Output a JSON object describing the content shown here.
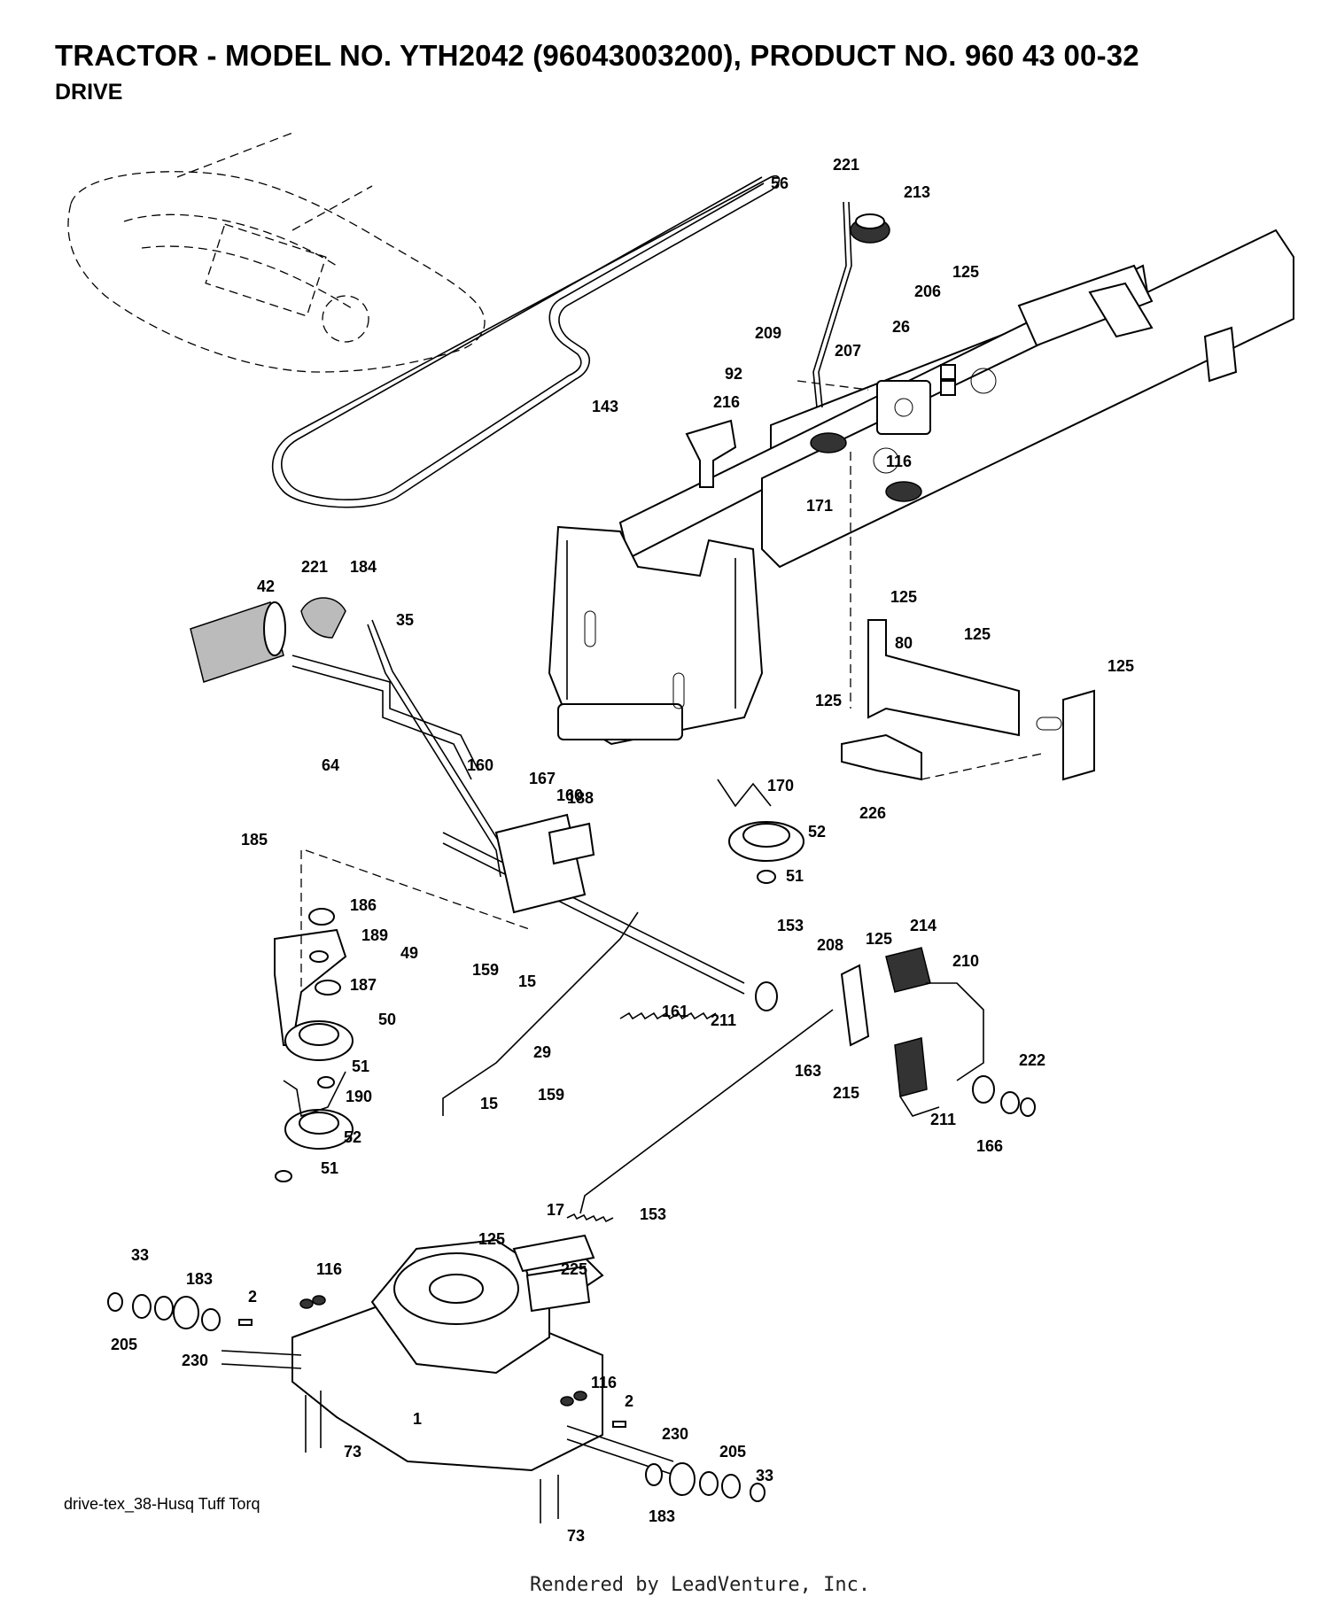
{
  "title": "TRACTOR - MODEL NO. YTH2042 (96043003200), PRODUCT NO. 960 43 00-32",
  "subtitle": "DRIVE",
  "caption": "drive-tex_38-Husq Tuff Torq",
  "footer": "Rendered by LeadVenture, Inc.",
  "callouts": [
    {
      "id": "c01",
      "label": "221"
    },
    {
      "id": "c02",
      "label": "56"
    },
    {
      "id": "c03",
      "label": "213"
    },
    {
      "id": "c04",
      "label": "125"
    },
    {
      "id": "c05",
      "label": "206"
    },
    {
      "id": "c06",
      "label": "26"
    },
    {
      "id": "c07",
      "label": "209"
    },
    {
      "id": "c08",
      "label": "207"
    },
    {
      "id": "c09",
      "label": "92"
    },
    {
      "id": "c10",
      "label": "143"
    },
    {
      "id": "c11",
      "label": "216"
    },
    {
      "id": "c12",
      "label": "116"
    },
    {
      "id": "c13",
      "label": "171"
    },
    {
      "id": "c14",
      "label": "221"
    },
    {
      "id": "c15",
      "label": "184"
    },
    {
      "id": "c16",
      "label": "42"
    },
    {
      "id": "c17",
      "label": "35"
    },
    {
      "id": "c18",
      "label": "125"
    },
    {
      "id": "c19",
      "label": "80"
    },
    {
      "id": "c20",
      "label": "125"
    },
    {
      "id": "c21",
      "label": "125"
    },
    {
      "id": "c22",
      "label": "125"
    },
    {
      "id": "c23",
      "label": "64"
    },
    {
      "id": "c24",
      "label": "160"
    },
    {
      "id": "c25",
      "label": "167"
    },
    {
      "id": "c26",
      "label": "160"
    },
    {
      "id": "c27",
      "label": "170"
    },
    {
      "id": "c28",
      "label": "226"
    },
    {
      "id": "c29",
      "label": "188"
    },
    {
      "id": "c30",
      "label": "185"
    },
    {
      "id": "c31",
      "label": "52"
    },
    {
      "id": "c32",
      "label": "51"
    },
    {
      "id": "c33",
      "label": "186"
    },
    {
      "id": "c34",
      "label": "189"
    },
    {
      "id": "c35",
      "label": "49"
    },
    {
      "id": "c36",
      "label": "159"
    },
    {
      "id": "c37",
      "label": "15"
    },
    {
      "id": "c38",
      "label": "153"
    },
    {
      "id": "c39",
      "label": "208"
    },
    {
      "id": "c40",
      "label": "125"
    },
    {
      "id": "c41",
      "label": "214"
    },
    {
      "id": "c42",
      "label": "210"
    },
    {
      "id": "c43",
      "label": "187"
    },
    {
      "id": "c44",
      "label": "161"
    },
    {
      "id": "c45",
      "label": "211"
    },
    {
      "id": "c46",
      "label": "50"
    },
    {
      "id": "c47",
      "label": "29"
    },
    {
      "id": "c48",
      "label": "163"
    },
    {
      "id": "c49",
      "label": "51"
    },
    {
      "id": "c50",
      "label": "190"
    },
    {
      "id": "c51",
      "label": "15"
    },
    {
      "id": "c52",
      "label": "159"
    },
    {
      "id": "c53",
      "label": "215"
    },
    {
      "id": "c54",
      "label": "222"
    },
    {
      "id": "c55",
      "label": "211"
    },
    {
      "id": "c56",
      "label": "52"
    },
    {
      "id": "c57",
      "label": "166"
    },
    {
      "id": "c58",
      "label": "51"
    },
    {
      "id": "c59",
      "label": "17"
    },
    {
      "id": "c60",
      "label": "153"
    },
    {
      "id": "c61",
      "label": "125"
    },
    {
      "id": "c62",
      "label": "33"
    },
    {
      "id": "c63",
      "label": "116"
    },
    {
      "id": "c64",
      "label": "225"
    },
    {
      "id": "c65",
      "label": "183"
    },
    {
      "id": "c66",
      "label": "2"
    },
    {
      "id": "c67",
      "label": "205"
    },
    {
      "id": "c68",
      "label": "230"
    },
    {
      "id": "c69",
      "label": "116"
    },
    {
      "id": "c70",
      "label": "2"
    },
    {
      "id": "c71",
      "label": "1"
    },
    {
      "id": "c72",
      "label": "230"
    },
    {
      "id": "c73",
      "label": "73"
    },
    {
      "id": "c74",
      "label": "205"
    },
    {
      "id": "c75",
      "label": "33"
    },
    {
      "id": "c76",
      "label": "183"
    },
    {
      "id": "c77",
      "label": "73"
    }
  ]
}
